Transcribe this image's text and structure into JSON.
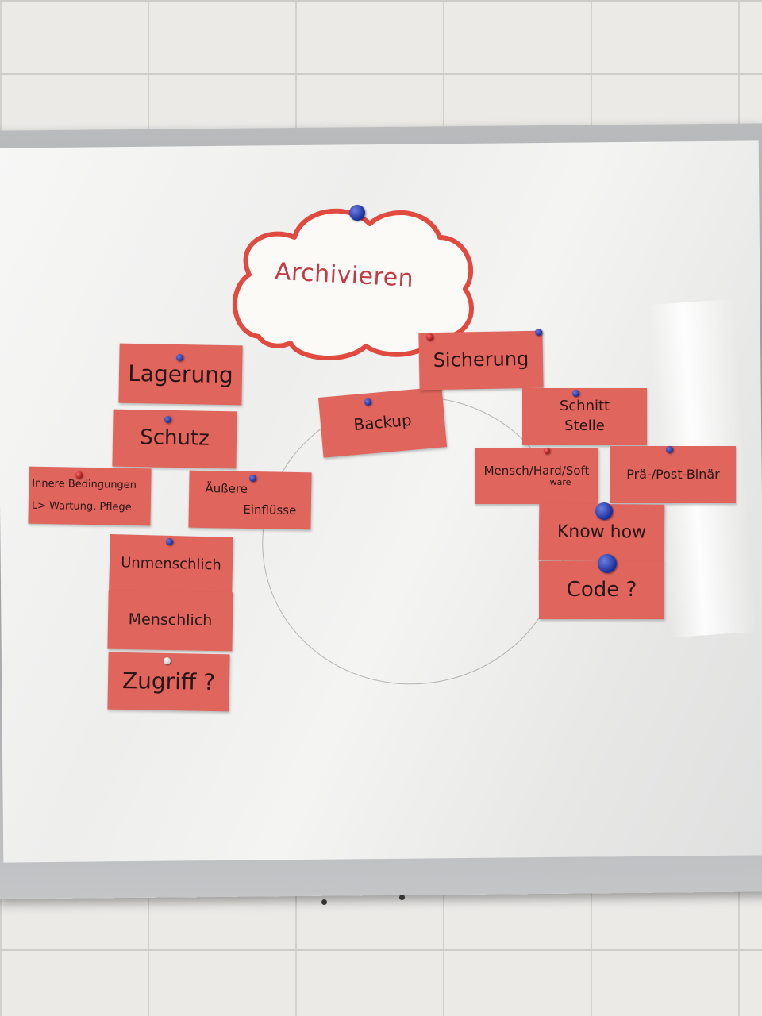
{
  "cloud": {
    "title": "Archivieren"
  },
  "cards": {
    "lagerung": "Lagerung",
    "schutz": "Schutz",
    "innere_line1": "Innere Bedingungen",
    "innere_line2": "L> Wartung, Pflege",
    "aussere_line1": "Äußere",
    "aussere_line2": "Einflüsse",
    "unmenschlich": "Unmenschlich",
    "menschlich": "Menschlich",
    "zugriff": "Zugriff ?",
    "sicherung": "Sicherung",
    "backup": "Backup",
    "schnittstelle_line1": "Schnitt",
    "schnittstelle_line2": "Stelle",
    "mensch_line1": "Mensch/Hard/Soft",
    "mensch_line2": "ware",
    "prae_post": "Prä-/Post-Binär",
    "know_how": "Know how",
    "code": "Code ?"
  },
  "colors": {
    "card": "#e0655d",
    "cloud_border": "#e04a3f",
    "cloud_text": "#c23b44",
    "magnet_blue": "#1a2c9a",
    "magnet_red": "#a01515"
  }
}
